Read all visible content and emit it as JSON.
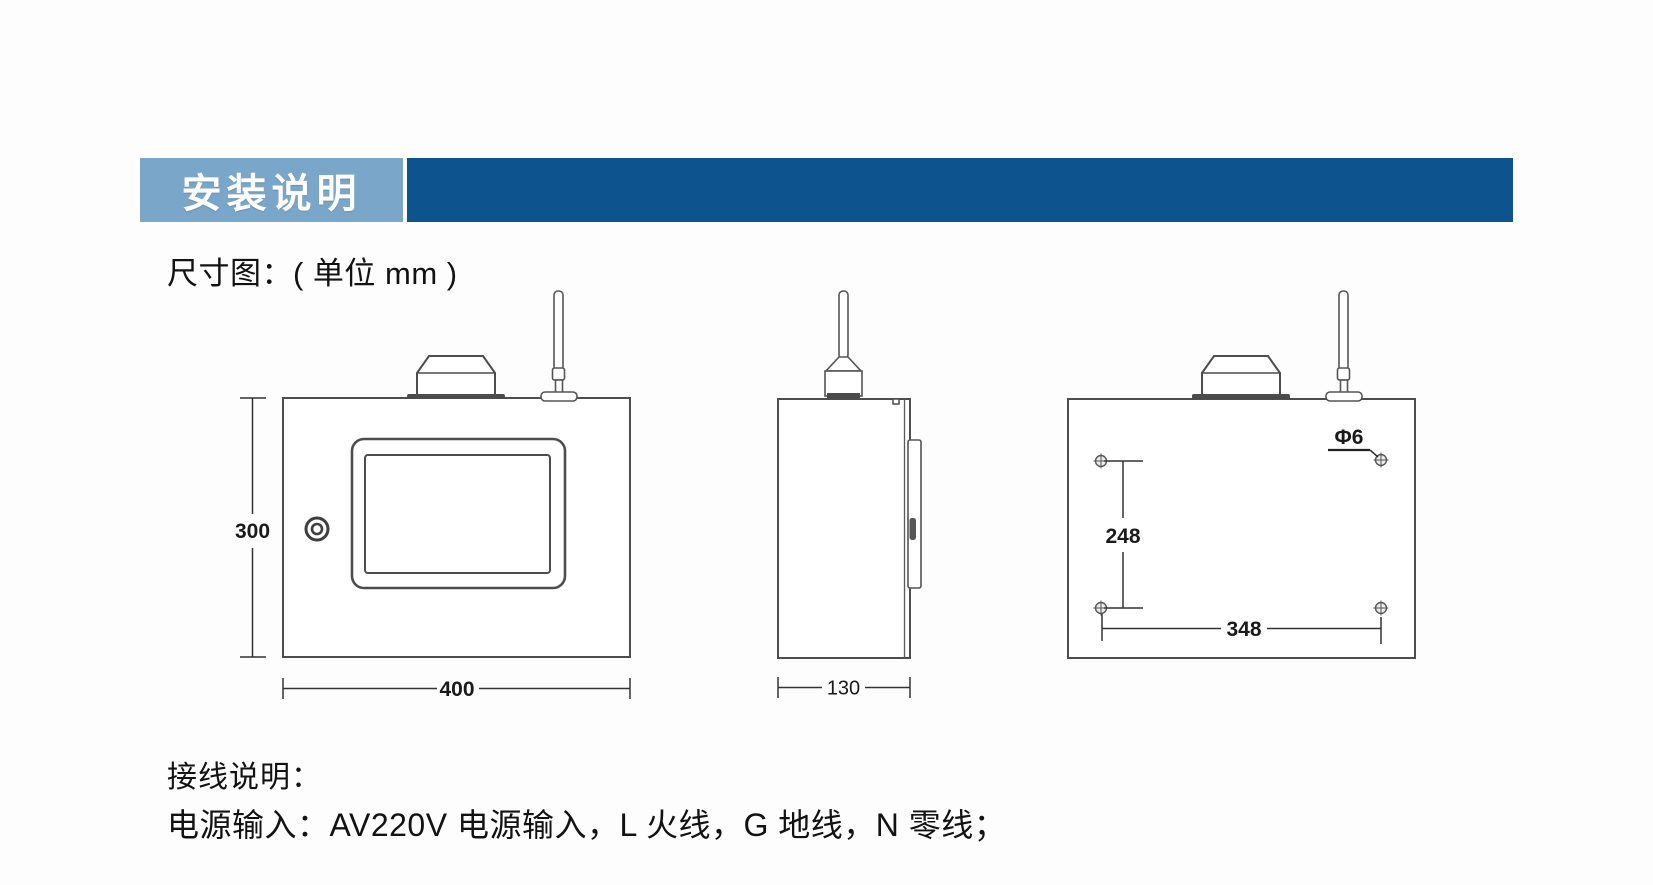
{
  "colors": {
    "accent_light": "#7aa6c9",
    "accent_dark": "#0d538e"
  },
  "header": {
    "section_title": "安装说明"
  },
  "content": {
    "dimension_note": "尺寸图：( 单位 mm )"
  },
  "drawings": {
    "front_view": {
      "height_label": "300",
      "width_label": "400"
    },
    "side_view": {
      "depth_label": "130"
    },
    "back_view": {
      "hole_diameter_label": "Φ6",
      "vertical_spacing_label": "248",
      "horizontal_spacing_label": "348"
    }
  },
  "wiring": {
    "heading": "接线说明：",
    "power_line": "电源输入：AV220V 电源输入，L 火线，G 地线，N 零线；"
  }
}
